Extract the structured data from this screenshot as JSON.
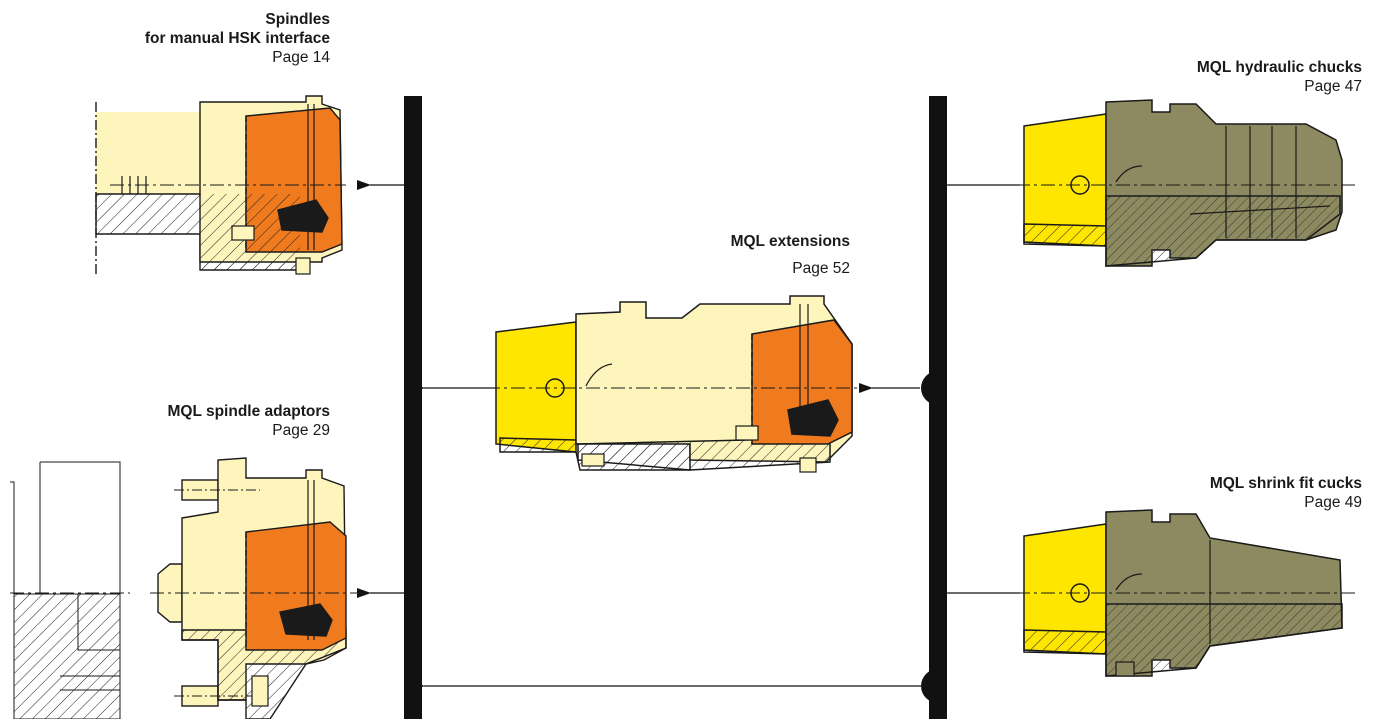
{
  "colors": {
    "yellow": "#ffe600",
    "cream": "#fdf5bc",
    "orange": "#f07a1e",
    "olive": "#8d8960",
    "bar": "#111111",
    "outline": "#1a1a1a"
  },
  "labels": {
    "spindles": {
      "title_line1": "Spindles",
      "title_line2": "for manual HSK interface",
      "page": "Page 14"
    },
    "hydraulic": {
      "title": "MQL hydraulic chucks",
      "page": "Page 47"
    },
    "extensions": {
      "title": "MQL extensions",
      "page": "Page 52"
    },
    "adaptors": {
      "title": "MQL spindle adaptors",
      "page": "Page 29"
    },
    "shrink": {
      "title": "MQL shrink fit cucks",
      "page": "Page 49"
    }
  }
}
